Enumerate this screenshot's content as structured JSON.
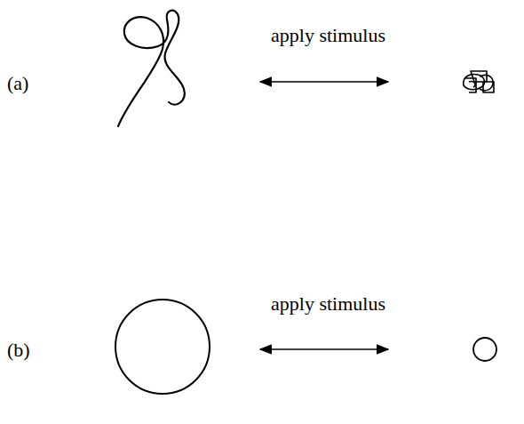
{
  "diagram": {
    "labels": [
      "(a)",
      "apply stimulus",
      "(b)",
      "apply stimulus"
    ]
  }
}
